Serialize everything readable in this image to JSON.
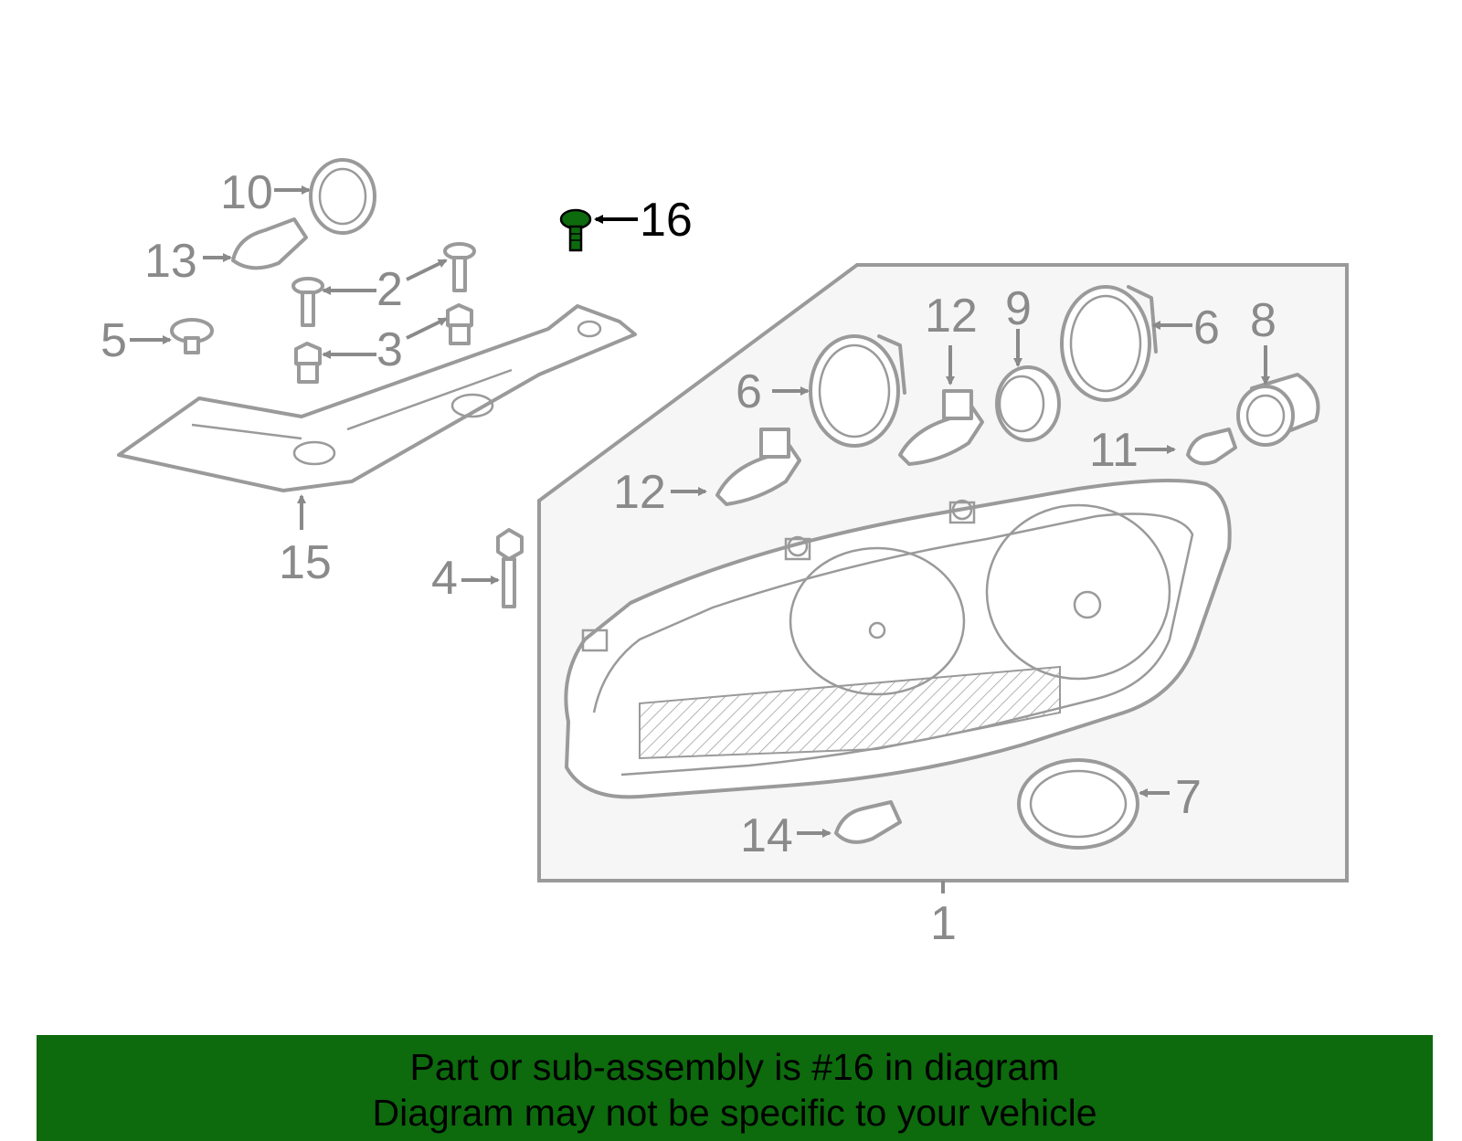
{
  "diagram": {
    "callouts": {
      "c1": "1",
      "c2": "2",
      "c3": "3",
      "c4": "4",
      "c5": "5",
      "c6a": "6",
      "c6b": "6",
      "c7": "7",
      "c8": "8",
      "c9": "9",
      "c10": "10",
      "c11": "11",
      "c12a": "12",
      "c12b": "12",
      "c13": "13",
      "c14": "14",
      "c15": "15",
      "c16": "16"
    },
    "highlighted_part": "16",
    "colors": {
      "highlight": "#0d6a0d",
      "line": "#9a9a9a",
      "callout": "#8a8a8a",
      "assembly_fill": "#f6f6f6"
    }
  },
  "banner": {
    "line1": "Part or sub-assembly is #16 in diagram",
    "line2": "Diagram may not be specific to your vehicle",
    "color": "#0d6a0d"
  }
}
